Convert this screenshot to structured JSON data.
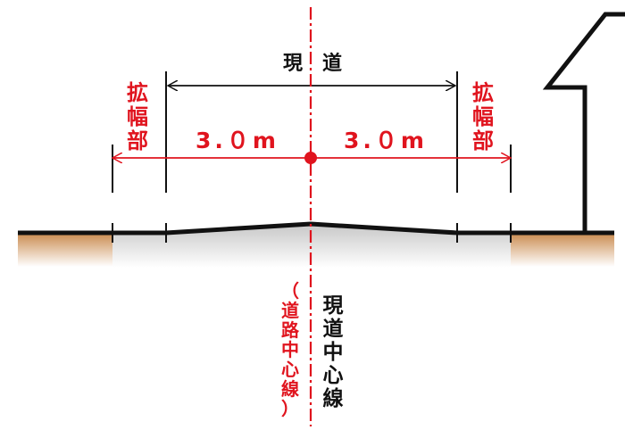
{
  "diagram": {
    "road_label": "現　道",
    "widening_label_left": "拡幅部",
    "widening_label_right": "拡幅部",
    "distance_left": "3.０m",
    "distance_right": "3.０m",
    "centerline_label_black": "現道中心線",
    "centerline_label_red": "（道路中心線）"
  },
  "colors": {
    "accent_red": "#e0141e",
    "line_black": "#111111",
    "soil_brown": "#c98a4d"
  }
}
